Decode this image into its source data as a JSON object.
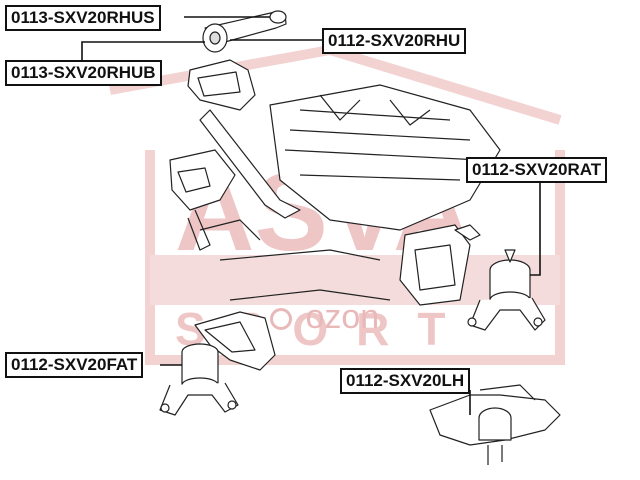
{
  "labels": {
    "rhus": "0113-SXV20RHUS",
    "rhu": "0112-SXV20RHU",
    "rhub": "0113-SXV20RHUB",
    "rat": "0112-SXV20RAT",
    "fat": "0112-SXV20FAT",
    "lh": "0112-SXV20LH"
  },
  "watermark": {
    "brand": "ASVA",
    "sub": "SPORT",
    "site": "®",
    "ozon": "ozon",
    "color": "#f0c9c9"
  },
  "colors": {
    "line": "#111111",
    "part_fill": "#ffffff",
    "engine_stroke": "#222222"
  }
}
